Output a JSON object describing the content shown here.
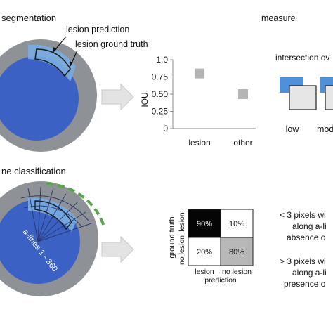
{
  "top": {
    "section_title": "segmentation",
    "label_prediction": "lesion prediction",
    "label_ground_truth": "lesion ground truth",
    "measure_title": "measure",
    "iou_chart": {
      "ylabel": "IOU",
      "ticks": [
        "1.0",
        "0.75",
        "0.50",
        "0.25",
        "0"
      ],
      "categories": [
        "lesion",
        "other"
      ]
    },
    "intersection": {
      "title": "intersection ov",
      "labels": [
        "low",
        "mod"
      ]
    }
  },
  "bottom": {
    "section_title": "ne classification",
    "a_lines_label": "a-lines 1 - 360",
    "confusion": {
      "row_header": "ground truth",
      "rows": [
        "lesion",
        "no lesion"
      ],
      "cols": [
        "lesion",
        "no lesion"
      ],
      "col_header": "prediction",
      "cells": [
        [
          "90%",
          "10%"
        ],
        [
          "20%",
          "80%"
        ]
      ]
    },
    "rule_lesion": [
      "< 3 pixels wi",
      "along a-li",
      "absence o"
    ],
    "rule_no_lesion": [
      "> 3 pixels wi",
      "along a-li",
      "presence o"
    ]
  },
  "colors": {
    "gray_ring": "#8e9297",
    "blue_disk": "#3b61c4",
    "light_blue": "#7aaee2",
    "green_arc": "#5aa64b",
    "arrow": "#e3e3e3"
  },
  "chart_data": {
    "type": "scatter",
    "categories": [
      "lesion",
      "other"
    ],
    "values": [
      0.8,
      0.5
    ],
    "ylabel": "IOU",
    "ylim": [
      0,
      1.0
    ],
    "yticks": [
      0,
      0.25,
      0.5,
      0.75,
      1.0
    ]
  }
}
